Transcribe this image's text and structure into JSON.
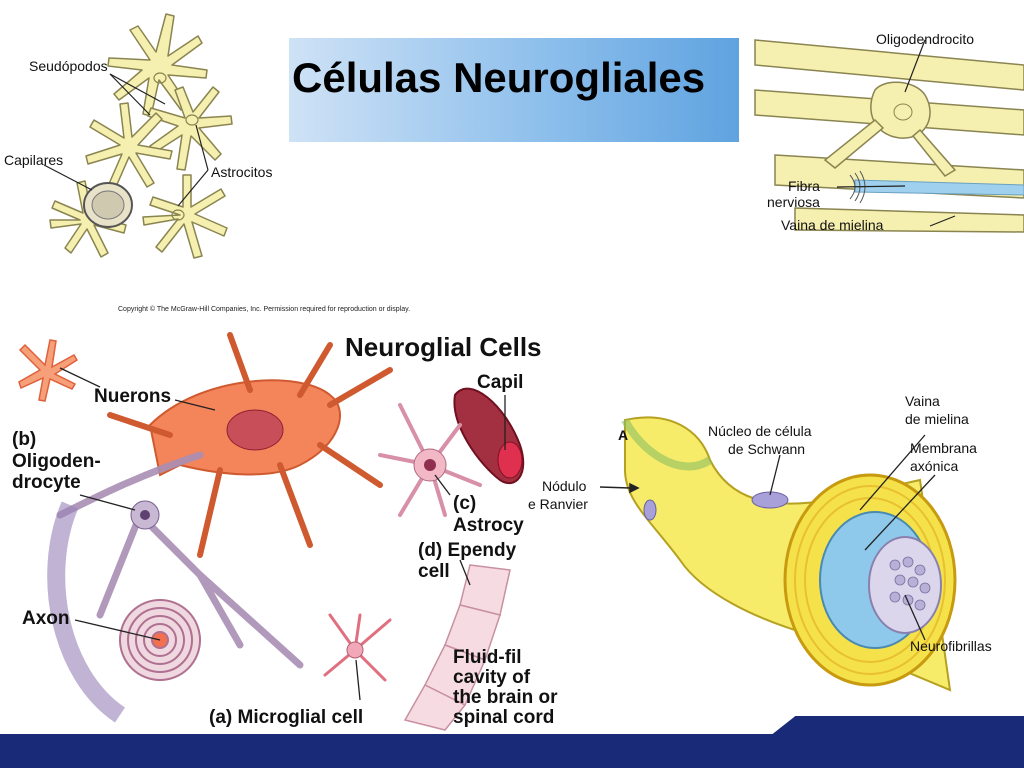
{
  "title": "Células Neurogliales",
  "astrocyte_panel": {
    "pseudopods": "Seudópodos",
    "capillaries": "Capilares",
    "astrocytes": "Astrocitos"
  },
  "oligodendrocyte_panel": {
    "oligodendrocyte": "Oligodendrocito",
    "nerve_fiber_line1": "Fibra",
    "nerve_fiber_line2": "nerviosa",
    "myelin_sheath": "Vaina de mielina"
  },
  "neuroglial_panel": {
    "copyright": "Copyright © The McGraw-Hill Companies, Inc. Permission required for reproduction or display.",
    "heading": "Neuroglial Cells",
    "neurons": "Nuerons",
    "oligo_line1": "(b)",
    "oligo_line2": "Oligoden-",
    "oligo_line3": "drocyte",
    "capillary": "Capil",
    "astro_line1": "(c)",
    "astro_line2": "Astrocy",
    "epend_line1": "(d) Ependy",
    "epend_line2": "cell",
    "axon": "Axon",
    "fluid_line1": "Fluid-fil",
    "fluid_line2": "cavity of",
    "fluid_line3": "the brain or",
    "fluid_line4": "spinal cord",
    "microglial": "(a) Microglial cell"
  },
  "schwann_panel": {
    "letter": "A",
    "node_line1": "Nódulo",
    "node_line2": "e Ranvier",
    "nucleus_line1": "Núcleo de célula",
    "nucleus_line2": "de Schwann",
    "sheath_line1": "Vaina",
    "sheath_line2": "de mielina",
    "membrane_line1": "Membrana",
    "membrane_line2": "axónica",
    "neurofibrils": "Neurofibrillas"
  },
  "colors": {
    "banner_blue": "#5fa3e0",
    "footer_navy": "#182a78",
    "glial_yellow": "#f6f0b0",
    "neuron_orange": "#f4845a",
    "cell_pink": "#f2b8c6",
    "myelin_yellow": "#f5e24a"
  }
}
